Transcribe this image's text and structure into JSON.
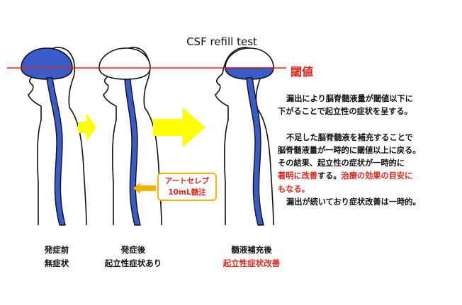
{
  "title": "CSF refill test",
  "threshold_label": "閾値",
  "description": {
    "paragraph1": [
      "漏出により脳脊髄液量が閾値以下に",
      "下がることで起立性の症状を呈する。"
    ],
    "paragraph2_line1": "不足した脳脊髄液を補充することで",
    "paragraph2_line2": "脳脊髄液量が一時的に閾値以上に戻る。",
    "paragraph2_line3": "その結果、起立性の症状が一時的に",
    "paragraph2_line4a": "著明に改善",
    "paragraph2_line4b": "する。",
    "paragraph2_line4c": "治療の効果の目安に",
    "paragraph2_line5": "もなる。",
    "paragraph2_line6": "漏出が続いており症状改善は一時的。"
  },
  "figures": [
    {
      "caption_line1": "発症前",
      "caption_line2": "無症状"
    },
    {
      "caption_line1": "発症後",
      "caption_line2": "起立性症状あり"
    },
    {
      "caption_line1": "髄液補充後",
      "caption_line2": "起立性症状改善"
    }
  ],
  "callout": {
    "line1": "アートセレブ",
    "line2": "10mL髄注"
  },
  "colors": {
    "csf_fill": "#3a5cc9",
    "threshold_line": "#e2231a",
    "arrow_fill": "#ffff00",
    "callout_border": "#f2b400",
    "highlight_text": "#e2231a"
  }
}
